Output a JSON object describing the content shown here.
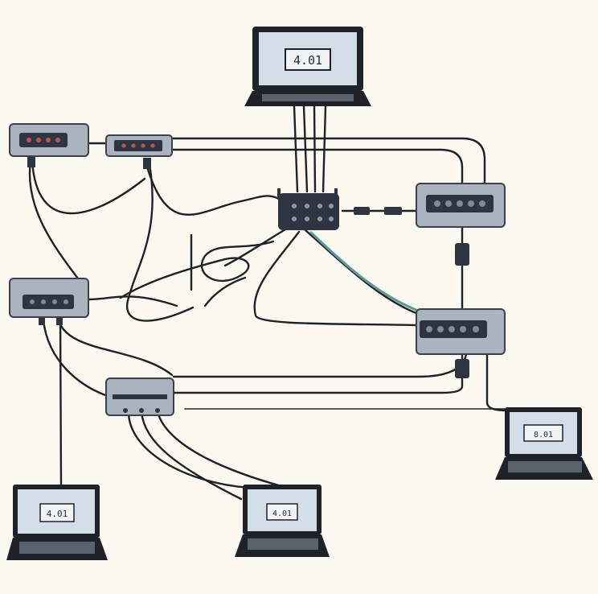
{
  "diagram": {
    "laptops": {
      "top": {
        "screen_text": "4.01"
      },
      "bottom_left": {
        "screen_text": "4.01"
      },
      "bottom_middle": {
        "screen_text": "4.01"
      },
      "bottom_right": {
        "screen_text": "8.01"
      }
    }
  },
  "colors": {
    "background": "#fbf8ef",
    "device_body": "#a9b4c0",
    "device_panel": "#2e3440",
    "laptop_screen": "#d4dee8",
    "laptop_frame": "#1f2329",
    "cable": "#1e2128",
    "cable_accent": "#5e9b96"
  }
}
